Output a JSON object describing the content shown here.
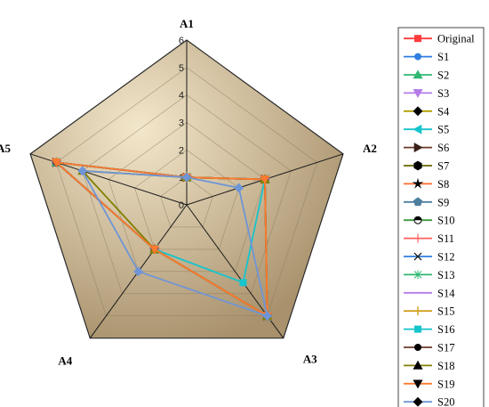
{
  "chart_data": {
    "type": "radar",
    "axes": [
      "A1",
      "A2",
      "A3",
      "A4",
      "A5"
    ],
    "r_ticks": [
      "0",
      "1",
      "2",
      "3",
      "4",
      "5",
      "6"
    ],
    "rlim": [
      0,
      6
    ],
    "grid": true,
    "legend_position": "right",
    "colors": {
      "background_light": "#f1e3c4",
      "background_dark": "#a8916c",
      "gridline": "#8a7a60"
    },
    "series": [
      {
        "name": "Original",
        "color": "#ff3b3b",
        "marker": "square",
        "values": [
          1,
          3,
          5,
          2,
          5
        ]
      },
      {
        "name": "S1",
        "color": "#2f7fe0",
        "marker": "circle",
        "values": [
          1,
          3,
          5,
          2,
          5
        ]
      },
      {
        "name": "S2",
        "color": "#2eb872",
        "marker": "triangle-up",
        "values": [
          1,
          3,
          5,
          2,
          5
        ]
      },
      {
        "name": "S3",
        "color": "#b57be8",
        "marker": "triangle-down",
        "values": [
          1,
          3,
          5,
          2,
          5
        ]
      },
      {
        "name": "S4",
        "color": "#b4a000",
        "marker": "diamond",
        "values": [
          1,
          3,
          5,
          2,
          5
        ]
      },
      {
        "name": "S5",
        "color": "#16c4cc",
        "marker": "triangle-left",
        "values": [
          1,
          3,
          5,
          2,
          5
        ]
      },
      {
        "name": "S6",
        "color": "#6b3a2a",
        "marker": "triangle-right",
        "values": [
          1,
          3,
          5,
          2,
          5
        ]
      },
      {
        "name": "S7",
        "color": "#666600",
        "marker": "hexagon",
        "values": [
          1,
          3,
          5,
          2,
          5
        ]
      },
      {
        "name": "S8",
        "color": "#ff6a2a",
        "marker": "star",
        "values": [
          1,
          3,
          5,
          2,
          5
        ]
      },
      {
        "name": "S9",
        "color": "#4f7f9f",
        "marker": "pentagon",
        "values": [
          1,
          3,
          5,
          2,
          5
        ]
      },
      {
        "name": "S10",
        "color": "#3a9a3a",
        "marker": "half-circle",
        "values": [
          1,
          3,
          5,
          2,
          5
        ]
      },
      {
        "name": "S11",
        "color": "#ff6060",
        "marker": "plus",
        "values": [
          1,
          3,
          5,
          2,
          5
        ]
      },
      {
        "name": "S12",
        "color": "#2f7fe0",
        "marker": "cross",
        "values": [
          1,
          3,
          5,
          2,
          5
        ]
      },
      {
        "name": "S13",
        "color": "#2eb872",
        "marker": "asterisk",
        "values": [
          1,
          3,
          5,
          2,
          5
        ]
      },
      {
        "name": "S14",
        "color": "#b57be8",
        "marker": "dash",
        "values": [
          1,
          3,
          5,
          2,
          5
        ]
      },
      {
        "name": "S15",
        "color": "#d4a020",
        "marker": "vline",
        "values": [
          1,
          3,
          5,
          2,
          5
        ]
      },
      {
        "name": "S16",
        "color": "#16c4cc",
        "marker": "square",
        "values": [
          1,
          3,
          3.5,
          2,
          5
        ]
      },
      {
        "name": "S17",
        "color": "#6b3a2a",
        "marker": "circle",
        "values": [
          1,
          3,
          5,
          2,
          5
        ]
      },
      {
        "name": "S18",
        "color": "#808000",
        "marker": "triangle-up",
        "values": [
          1,
          3,
          5,
          2,
          4
        ]
      },
      {
        "name": "S19",
        "color": "#ff7a30",
        "marker": "triangle-down",
        "values": [
          1,
          3,
          5,
          2,
          5
        ]
      },
      {
        "name": "S20",
        "color": "#6f95d6",
        "marker": "diamond",
        "values": [
          1,
          2,
          5,
          3,
          4
        ]
      }
    ]
  }
}
